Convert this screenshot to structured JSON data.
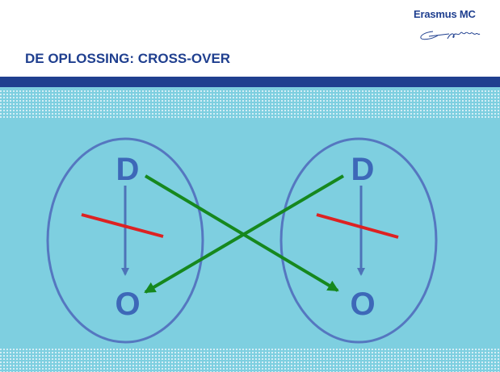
{
  "slide": {
    "title": "DE OPLOSSING: CROSS-OVER",
    "logo_text": "Erasmus MC"
  },
  "diagram": {
    "left_group": {
      "top_label": "D",
      "bottom_label": "O"
    },
    "right_group": {
      "top_label": "D",
      "bottom_label": "O"
    },
    "colors": {
      "background": "#7ecfe0",
      "header_bar": "#1f3f8f",
      "ellipse": "#5577c0",
      "vertical_arrow": "#4d73b8",
      "blocked_line": "#dd2222",
      "cross_arrow": "#16881e",
      "label": "#3d68b8"
    }
  }
}
